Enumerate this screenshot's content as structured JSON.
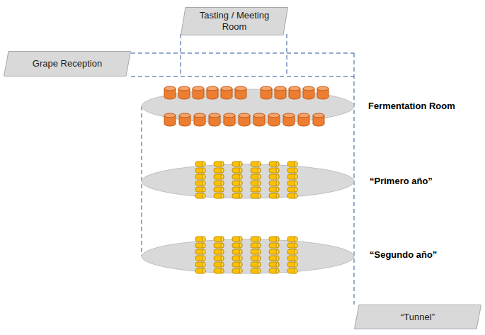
{
  "diagram": {
    "nodes": [
      {
        "text": [
          "Tasting / Meeting Room"
        ]
      },
      {
        "text": [
          "Grape Reception"
        ]
      },
      {
        "text": [
          "“Tunnel”"
        ]
      }
    ],
    "labels": [
      "Fermentation Room",
      "“Primero año”",
      "“Segundo año”"
    ]
  }
}
